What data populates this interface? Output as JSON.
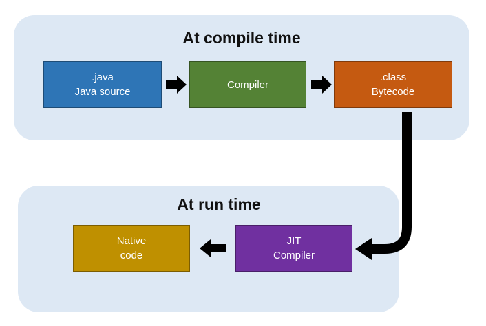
{
  "compile_stage": {
    "title": "At compile time",
    "java_box": {
      "line1": ".java",
      "line2": "Java source"
    },
    "compiler_box": {
      "label": "Compiler"
    },
    "class_box": {
      "line1": ".class",
      "line2": "Bytecode"
    }
  },
  "run_stage": {
    "title": "At run time",
    "jit_box": {
      "line1": "JIT",
      "line2": "Compiler"
    },
    "native_box": {
      "line1": "Native",
      "line2": "code"
    }
  },
  "colors": {
    "panel_background": "#dde8f4",
    "java_source": "#2e75b6",
    "compiler": "#548235",
    "bytecode": "#c55a11",
    "jit_compiler": "#7030a0",
    "native_code": "#bf9000",
    "arrow": "#000000"
  }
}
